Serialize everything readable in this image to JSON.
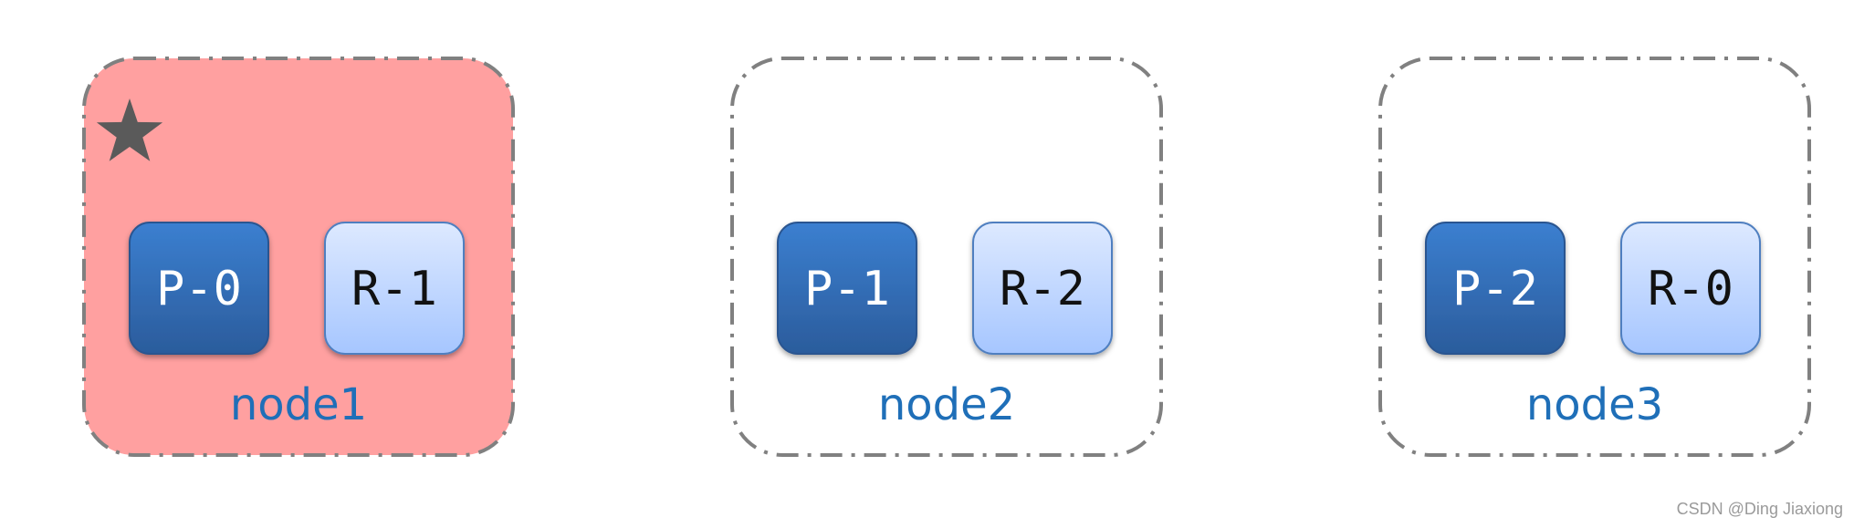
{
  "nodes": [
    {
      "label": "node1",
      "leader": true,
      "tiles": [
        {
          "text": "P-0",
          "kind": "primary"
        },
        {
          "text": "R-1",
          "kind": "replica"
        }
      ]
    },
    {
      "label": "node2",
      "leader": false,
      "tiles": [
        {
          "text": "P-1",
          "kind": "primary"
        },
        {
          "text": "R-2",
          "kind": "replica"
        }
      ]
    },
    {
      "label": "node3",
      "leader": false,
      "tiles": [
        {
          "text": "P-2",
          "kind": "primary"
        },
        {
          "text": "R-0",
          "kind": "replica"
        }
      ]
    }
  ],
  "colors": {
    "leader_fill": "#ffa0a0",
    "border": "#808080",
    "primary_top": "#3b7fd0",
    "primary_bottom": "#2b5c9c",
    "replica_top": "#dde9ff",
    "replica_bottom": "#a6c6ff",
    "node_label": "#1f6fb8",
    "star": "#5a5a5a"
  },
  "icons": {
    "leader": "star-icon"
  },
  "watermark": "CSDN @Ding Jiaxiong"
}
